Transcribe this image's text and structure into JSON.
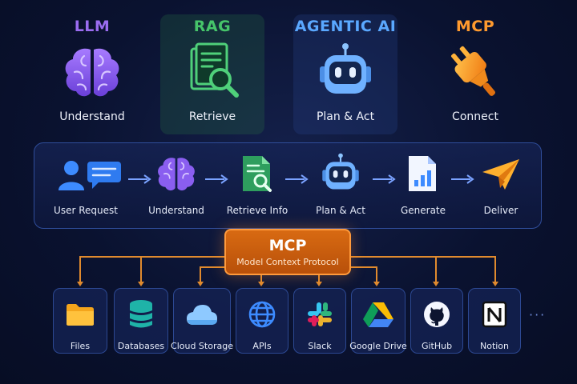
{
  "stages": [
    {
      "title": "LLM",
      "label": "Understand",
      "icon": "brain-icon",
      "color": "#9a6cf0"
    },
    {
      "title": "RAG",
      "label": "Retrieve",
      "icon": "document-search-icon",
      "color": "#46c46a"
    },
    {
      "title": "AGENTIC AI",
      "label": "Plan & Act",
      "icon": "robot-icon",
      "color": "#5aa8ff"
    },
    {
      "title": "MCP",
      "label": "Connect",
      "icon": "plug-icon",
      "color": "#ff9a2e"
    }
  ],
  "pipeline": [
    {
      "label": "User Request",
      "icon": "user-chat-icon"
    },
    {
      "label": "Understand",
      "icon": "brain-icon"
    },
    {
      "label": "Retrieve Info",
      "icon": "document-search-icon"
    },
    {
      "label": "Plan & Act",
      "icon": "robot-icon"
    },
    {
      "label": "Generate",
      "icon": "chart-document-icon"
    },
    {
      "label": "Deliver",
      "icon": "paper-plane-icon"
    }
  ],
  "hub": {
    "title": "MCP",
    "subtitle": "Model Context Protocol"
  },
  "tools": [
    {
      "label": "Files",
      "icon": "folder-icon"
    },
    {
      "label": "Databases",
      "icon": "database-icon"
    },
    {
      "label": "Cloud Storage",
      "icon": "cloud-icon"
    },
    {
      "label": "APIs",
      "icon": "globe-icon"
    },
    {
      "label": "Slack",
      "icon": "slack-icon"
    },
    {
      "label": "Google Drive",
      "icon": "google-drive-icon"
    },
    {
      "label": "GitHub",
      "icon": "github-icon"
    },
    {
      "label": "Notion",
      "icon": "notion-icon"
    }
  ],
  "more_indicator": "···"
}
